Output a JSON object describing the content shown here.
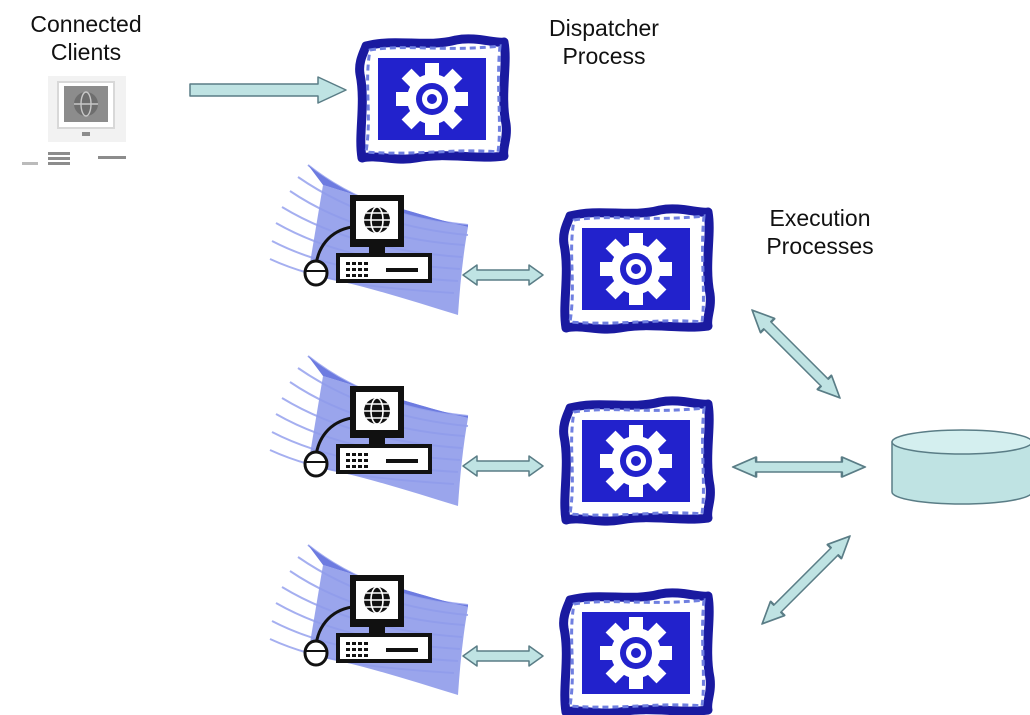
{
  "labels": {
    "connected_clients": [
      "Connected",
      "Clients"
    ],
    "dispatcher_process": [
      "Dispatcher",
      "Process"
    ],
    "execution_processes": [
      "Execution",
      "Processes"
    ]
  },
  "colors": {
    "process_blue": "#2222cc",
    "process_frame_border": "#1a1aa0",
    "arrow_fill": "#bfe3e3",
    "arrow_stroke": "#5a7d86",
    "database_fill": "#bfe3e3",
    "client_swoosh": "#8f9bea",
    "monitor_dark": "#111111"
  },
  "nodes": {
    "connected_client_icon": "computer-icon",
    "dispatcher": "gear-icon",
    "execution_processes": [
      "gear-icon",
      "gear-icon",
      "gear-icon"
    ],
    "clients": [
      "computer-icon",
      "computer-icon",
      "computer-icon"
    ],
    "database": "database-icon"
  }
}
